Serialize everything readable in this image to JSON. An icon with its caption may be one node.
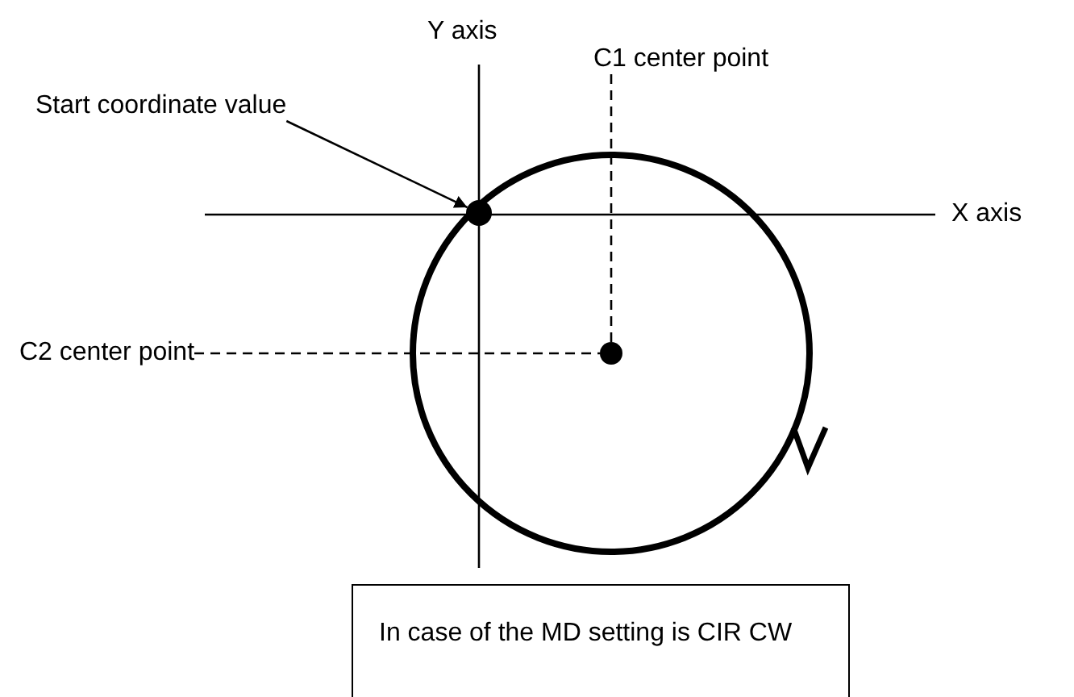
{
  "diagram": {
    "nodes": [
      {
        "text": [
          "Start coordinate value"
        ]
      },
      {
        "text": [],
        "shape": "circle"
      },
      {
        "text": [
          "C1 center point"
        ]
      },
      {
        "text": [
          "C2 center point"
        ]
      },
      {
        "text": [],
        "shape": "circle"
      },
      {
        "text": [
          "In case of the MD setting is CIR CW"
        ]
      }
    ],
    "edges": [
      {
        "from": 0,
        "to": 1,
        "arrow": "to"
      },
      {
        "from": 2,
        "to": 4,
        "arrow": "none",
        "style": "dashed"
      },
      {
        "from": 3,
        "to": 4,
        "arrow": "none",
        "style": "dashed"
      }
    ],
    "labels": [
      "Y axis",
      "X axis"
    ]
  }
}
